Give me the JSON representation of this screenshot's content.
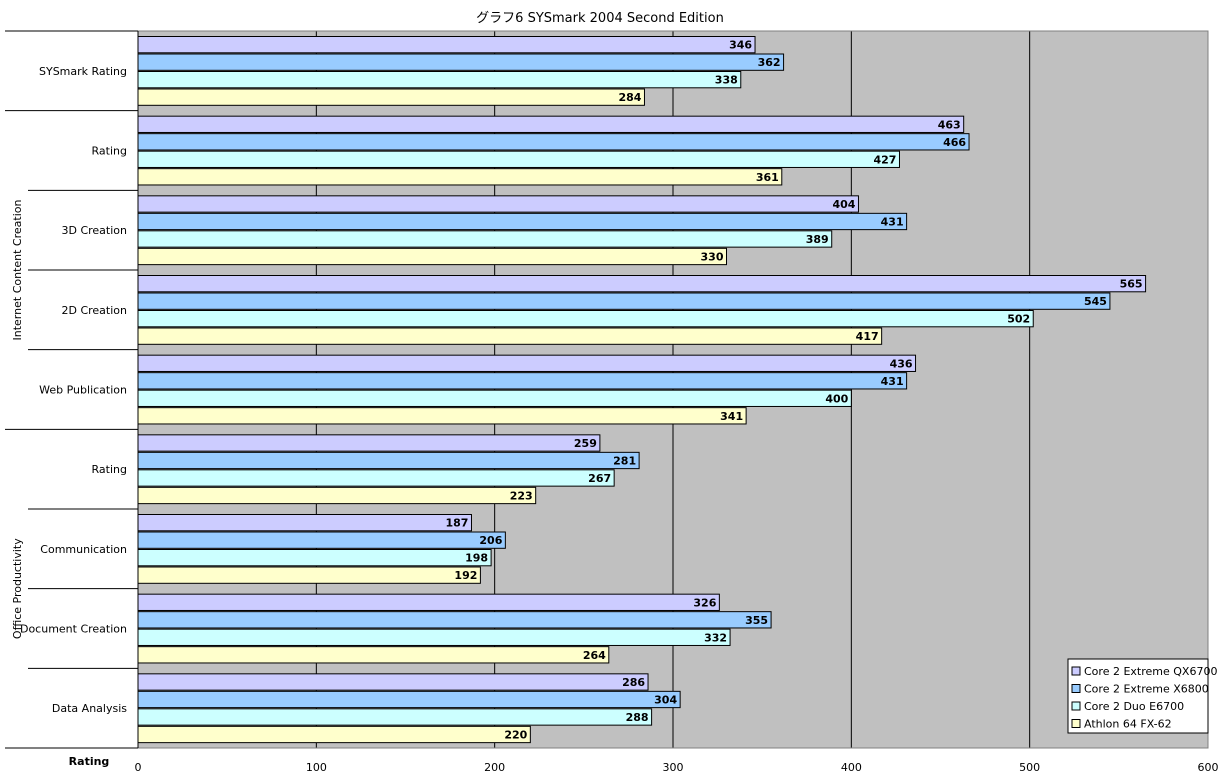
{
  "chart_data": {
    "type": "bar",
    "orientation": "horizontal",
    "title": "グラフ6  SYSmark 2004 Second Edition",
    "xlabel": "Rating",
    "ylabel": "",
    "xlim": [
      0,
      600
    ],
    "x_ticks": [
      0,
      100,
      200,
      300,
      400,
      500,
      600
    ],
    "grid": true,
    "legend_position": "bottom-right",
    "plot_background": "#c0c0c0",
    "categories": [
      "SYSmark Rating",
      "Rating",
      "3D Creation",
      "2D Creation",
      "Web Publication",
      "Rating",
      "Communication",
      "Document Creation",
      "Data Analysis"
    ],
    "groups": [
      {
        "label": "Internet Content Creation",
        "categories": [
          1,
          2,
          3,
          4
        ]
      },
      {
        "label": "Office Productivity",
        "categories": [
          5,
          6,
          7,
          8
        ]
      }
    ],
    "series": [
      {
        "name": "Core 2 Extreme QX6700",
        "color": "#ccccff",
        "values": [
          346,
          463,
          404,
          565,
          436,
          259,
          187,
          326,
          286
        ]
      },
      {
        "name": "Core 2 Extreme X6800",
        "color": "#99ccff",
        "values": [
          362,
          466,
          431,
          545,
          431,
          281,
          206,
          355,
          304
        ]
      },
      {
        "name": "Core 2 Duo E6700",
        "color": "#ccffff",
        "values": [
          338,
          427,
          389,
          502,
          400,
          267,
          198,
          332,
          288
        ]
      },
      {
        "name": "Athlon 64 FX-62",
        "color": "#ffffcc",
        "values": [
          284,
          361,
          330,
          417,
          341,
          223,
          192,
          264,
          220
        ]
      }
    ]
  }
}
